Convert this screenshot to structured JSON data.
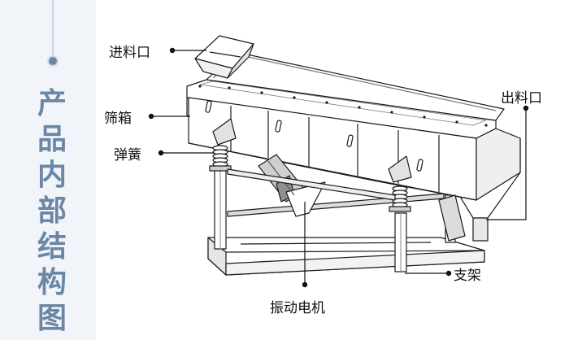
{
  "sidebar": {
    "title_chars": [
      "产",
      "品",
      "内",
      "部",
      "结",
      "构",
      "图"
    ],
    "title_color": "#6b87a6"
  },
  "labels": {
    "feed_inlet": "进料口",
    "screen_box": "筛箱",
    "spring": "弹簧",
    "outlet": "出料口",
    "support_frame": "支架",
    "vibration_motor": "振动电机"
  },
  "colors": {
    "line": "#1a1a1a",
    "machine_fill": "#ffffff",
    "shade": "#d7d7d7",
    "accent": "#6b87a6"
  }
}
